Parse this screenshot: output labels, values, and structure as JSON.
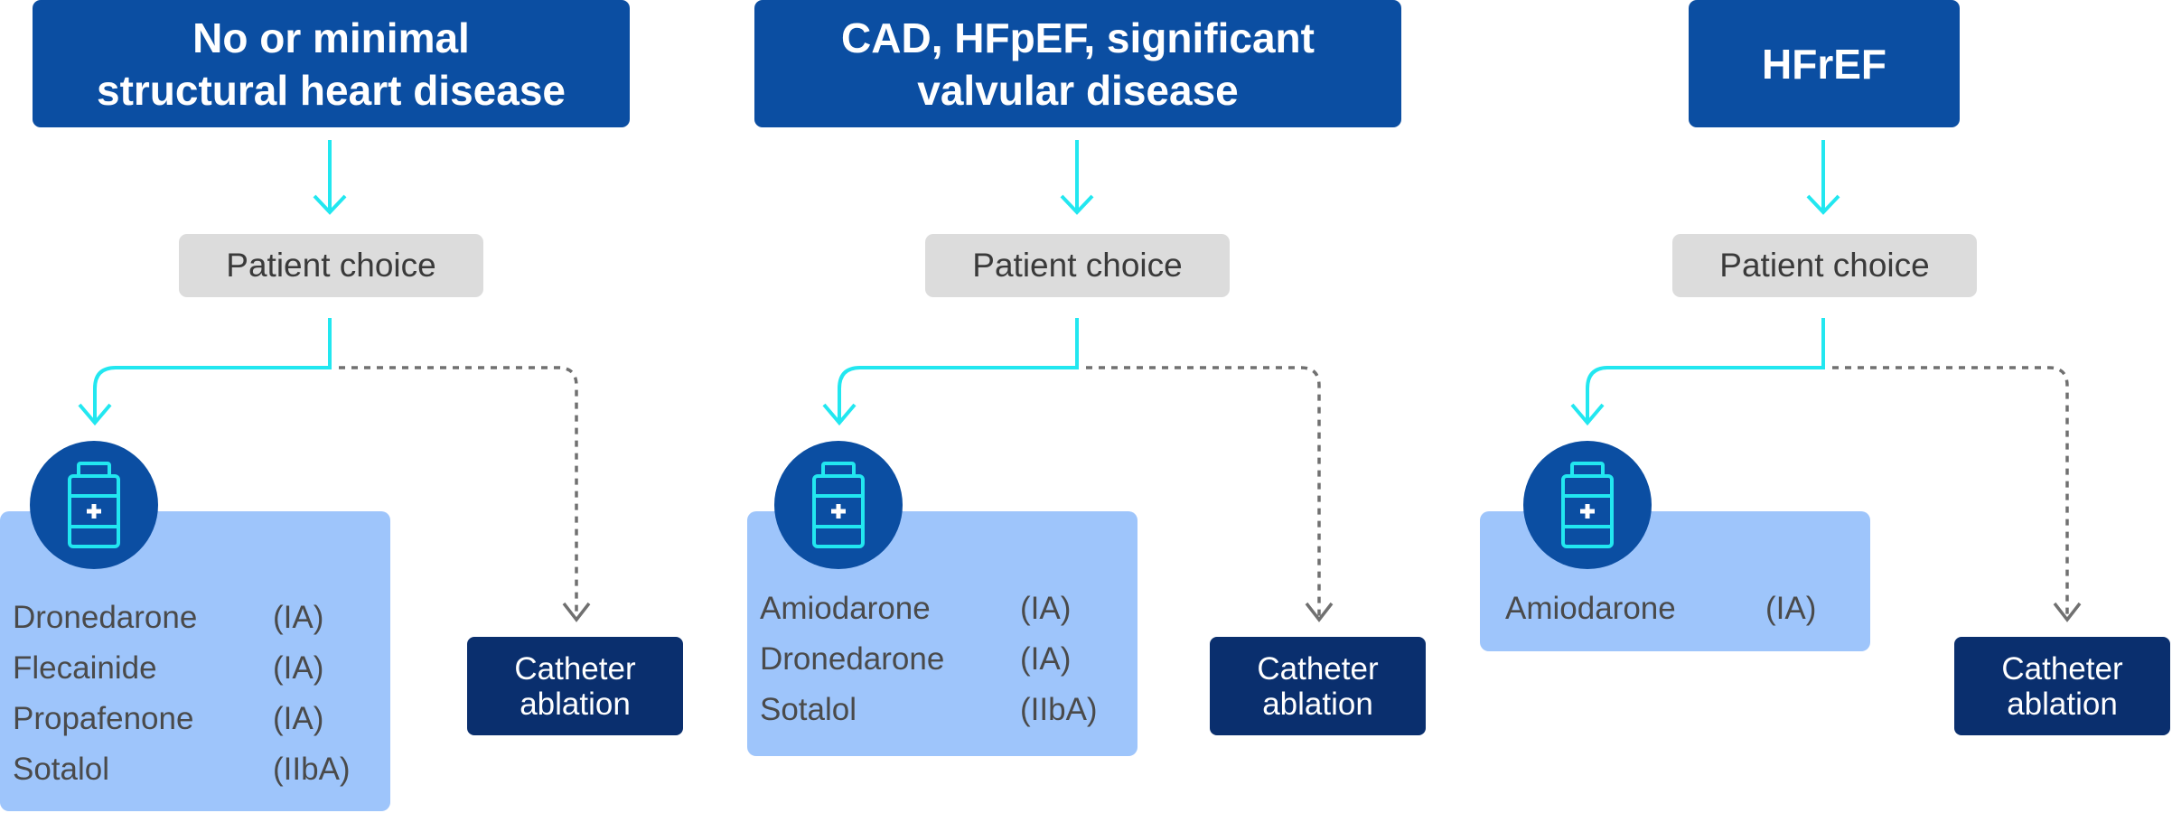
{
  "colors": {
    "header": "#0b4ea2",
    "choice_box": "#dcdcdc",
    "drug_box": "#9ec5fb",
    "ablation_box": "#0a2f6e",
    "arrow_solid": "#22e7f0",
    "arrow_dashed": "#707070"
  },
  "icons": {
    "drug": "medicine-bottle-icon"
  },
  "columns": [
    {
      "header": "No or minimal\nstructural heart disease",
      "choice": "Patient choice",
      "drugs": [
        {
          "name": "Dronedarone",
          "class": "(IA)"
        },
        {
          "name": "Flecainide",
          "class": "(IA)"
        },
        {
          "name": "Propafenone",
          "class": "(IA)"
        },
        {
          "name": "Sotalol",
          "class": "(IIbA)"
        }
      ],
      "ablation": "Catheter\nablation"
    },
    {
      "header": "CAD, HFpEF, significant\nvalvular disease",
      "choice": "Patient choice",
      "drugs": [
        {
          "name": "Amiodarone",
          "class": "(IA)"
        },
        {
          "name": "Dronedarone",
          "class": "(IA)"
        },
        {
          "name": "Sotalol",
          "class": "(IIbA)"
        }
      ],
      "ablation": "Catheter\nablation"
    },
    {
      "header": "HFrEF",
      "choice": "Patient choice",
      "drugs": [
        {
          "name": "Amiodarone",
          "class": "(IA)"
        }
      ],
      "ablation": "Catheter\nablation"
    }
  ]
}
